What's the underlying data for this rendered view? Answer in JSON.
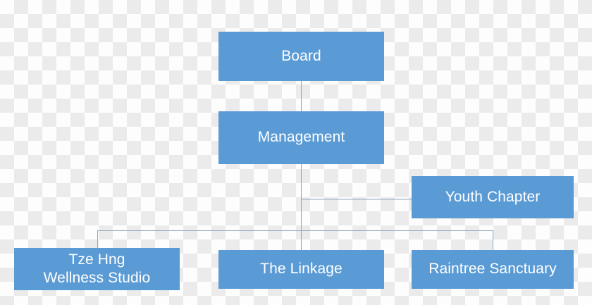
{
  "chart_data": {
    "type": "diagram",
    "diagram_type": "organization-chart",
    "title": "",
    "orientation": "top-down",
    "node_fill_color": "#5b9bd5",
    "node_text_color": "#ffffff",
    "connector_color": "#8fa8bf",
    "background": "transparency-checkerboard",
    "nodes": [
      {
        "id": "board",
        "label": "Board",
        "level": 0
      },
      {
        "id": "management",
        "label": "Management",
        "level": 1
      },
      {
        "id": "youth_chapter",
        "label": "Youth Chapter",
        "level": 2
      },
      {
        "id": "tze_hng",
        "label": "Tze Hng\nWellness Studio",
        "level": 3
      },
      {
        "id": "the_linkage",
        "label": "The Linkage",
        "level": 3
      },
      {
        "id": "raintree",
        "label": "Raintree Sanctuary",
        "level": 3
      }
    ],
    "edges": [
      {
        "from": "board",
        "to": "management"
      },
      {
        "from": "management",
        "to": "youth_chapter"
      },
      {
        "from": "management",
        "to": "tze_hng"
      },
      {
        "from": "management",
        "to": "the_linkage"
      },
      {
        "from": "management",
        "to": "raintree"
      }
    ]
  },
  "nodes": {
    "board": {
      "label": "Board"
    },
    "management": {
      "label": "Management"
    },
    "youth_chapter": {
      "label": "Youth Chapter"
    },
    "tze_hng": {
      "label": "Tze Hng\nWellness Studio"
    },
    "the_linkage": {
      "label": "The Linkage"
    },
    "raintree": {
      "label": "Raintree Sanctuary"
    }
  }
}
